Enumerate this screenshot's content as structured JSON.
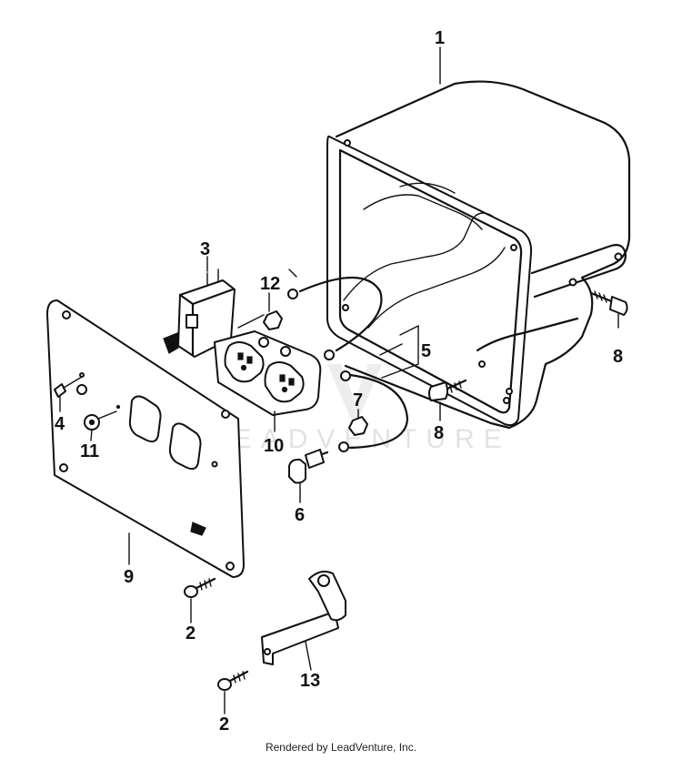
{
  "diagram": {
    "watermark": "LEADVENTURE",
    "labels": {
      "part_1": "1",
      "part_2a": "2",
      "part_2b": "2",
      "part_3": "3",
      "part_4": "4",
      "part_5": "5",
      "part_6": "6",
      "part_7": "7",
      "part_8a": "8",
      "part_8b": "8",
      "part_9": "9",
      "part_10": "10",
      "part_11": "11",
      "part_12": "12",
      "part_13": "13"
    }
  },
  "footer": {
    "credit": "Rendered by LeadVenture, Inc."
  }
}
